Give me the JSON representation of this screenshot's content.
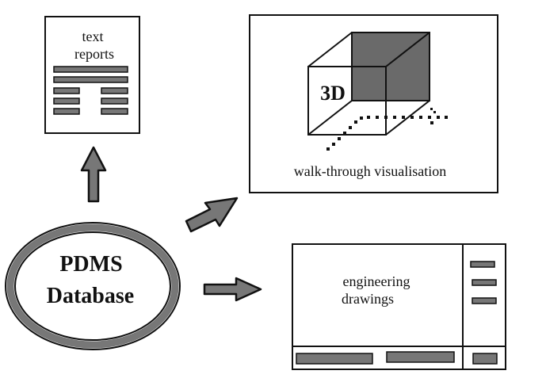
{
  "database": {
    "line1": "PDMS",
    "line2": "Database"
  },
  "text_reports": {
    "line1": "text",
    "line2": "reports"
  },
  "visualisation": {
    "badge": "3D",
    "caption": "walk-through visualisation"
  },
  "drawings": {
    "line1": "engineering",
    "line2": "drawings"
  },
  "colors": {
    "ink": "#111111",
    "grey_fill": "#777777",
    "dark_grey": "#666666",
    "ellipse_fill": "#ffffff"
  }
}
